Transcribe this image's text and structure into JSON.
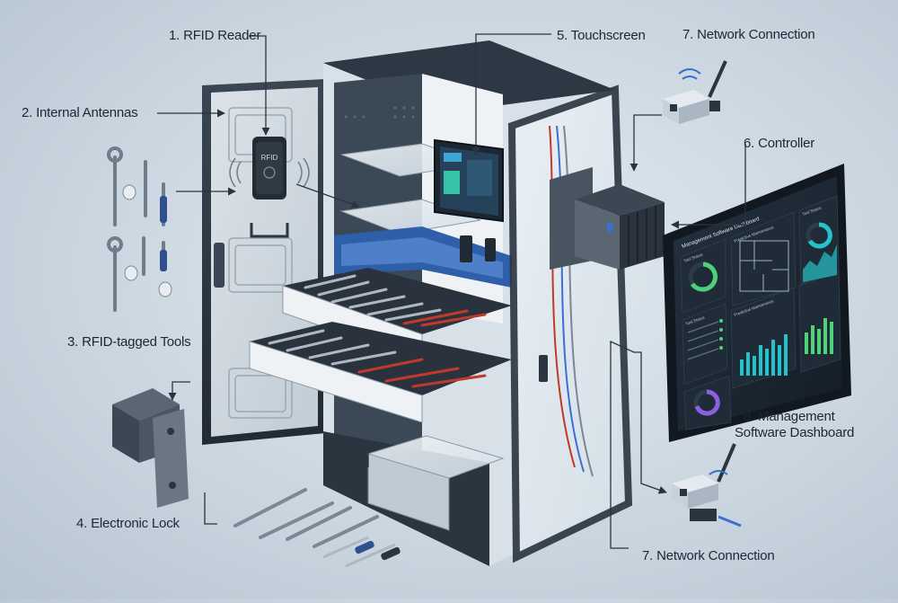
{
  "callouts": {
    "rfid_reader": "1. RFID Reader",
    "internal_antennas": "2. Internal Antennas",
    "rfid_tagged_tools": "3. RFID-tagged Tools",
    "electronic_lock": "4. Electronic Lock",
    "touchscreen": "5. Touchscreen",
    "controller": "6. Controller",
    "network_connection_top": "7. Network Connection",
    "network_connection_bottom": "7. Network Connection",
    "dashboard_line1": "8. Management",
    "dashboard_line2": "Software Dashboard"
  },
  "reader_label": "RFID",
  "dashboard": {
    "title": "Management Software Dashboard",
    "panel_labels": [
      "Tool Status",
      "Predictive Maintenance",
      "Tool Status",
      "Predictive Maintenance",
      "Tool Status"
    ]
  },
  "colors": {
    "cabinet": "#e9eef2",
    "frame": "#2b3540",
    "accent_blue": "#2f5fa8",
    "screen": "#1b2733",
    "chart_teal": "#27c2c9",
    "chart_green": "#4fd17a",
    "wire_red": "#c0392b",
    "wire_blue": "#3b6fd6"
  }
}
